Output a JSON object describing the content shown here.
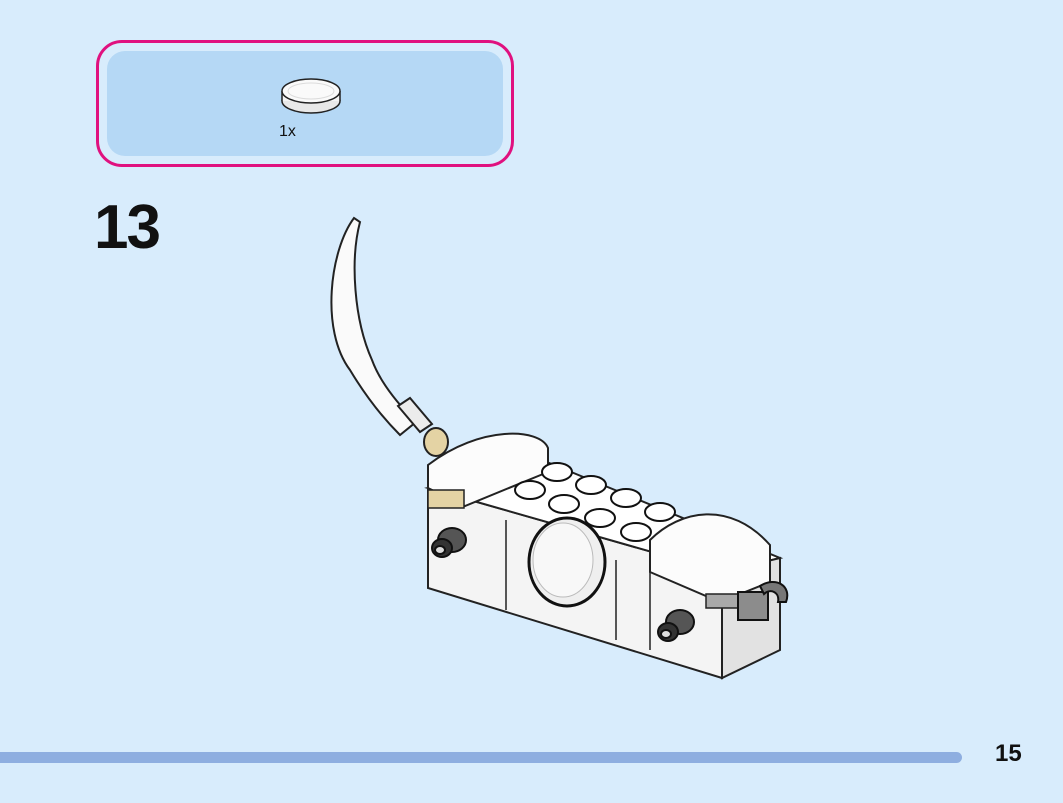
{
  "parts_callout": {
    "items": [
      {
        "part_icon": "round-tile-2x2-white",
        "quantity": "1x"
      }
    ],
    "border_color": "#e0117f",
    "fill_color": "#b5d8f5"
  },
  "step": {
    "number": "13"
  },
  "model": {
    "icon": "lego-build-illustration"
  },
  "page": {
    "number": "15",
    "progress_color": "#8eaee0",
    "background_color": "#d8ecfc"
  }
}
